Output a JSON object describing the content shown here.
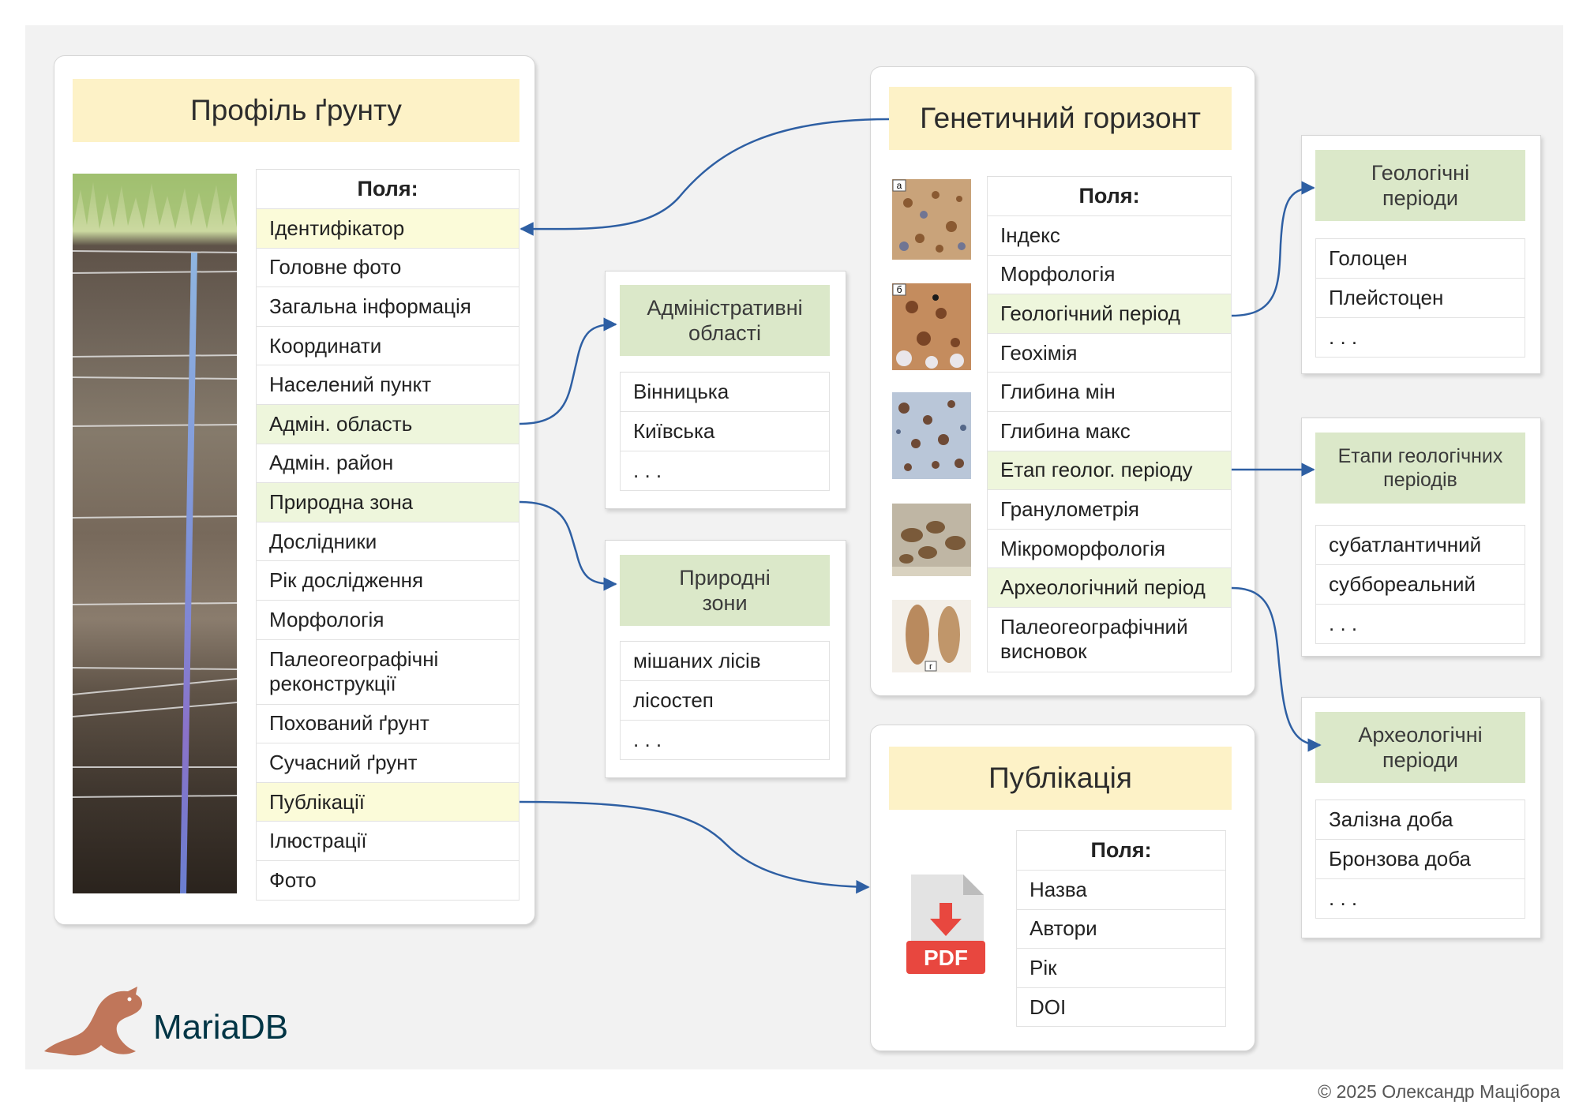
{
  "soil_profile": {
    "title": "Профіль ґрунту",
    "fields_header": "Поля:",
    "fields": [
      "Ідентифікатор",
      "Головне фото",
      "Загальна інформація",
      "Координати",
      "Населений пункт",
      "Адмін. область",
      "Адмін. район",
      "Природна зона",
      "Дослідники",
      "Рік дослідження",
      "Морфологія",
      "Палеогеографічні реконструкції",
      "Похований ґрунт",
      "Сучасний ґрунт",
      "Публікації",
      "Ілюстрації",
      "Фото"
    ]
  },
  "admin_regions": {
    "title": "Адміністративні області",
    "items": [
      "Вінницька",
      "Київська",
      ". . ."
    ]
  },
  "natural_zones": {
    "title": "Природні зони",
    "items": [
      "мішаних лісів",
      "лісостеп",
      ". . ."
    ]
  },
  "genetic_horizon": {
    "title": "Генетичний горизонт",
    "fields_header": "Поля:",
    "fields": [
      "Індекс",
      "Морфологія",
      "Геологічний період",
      "Геохімія",
      "Глибина мін",
      "Глибина макс",
      "Етап геолог. періоду",
      "Гранулометрія",
      "Мікроморфологія",
      "Археологічний період",
      "Палеогеографічний висновок"
    ],
    "image_labels": [
      "а",
      "б",
      "г"
    ]
  },
  "publication": {
    "title": "Публікація",
    "fields_header": "Поля:",
    "fields": [
      "Назва",
      "Автори",
      "Рік",
      "DOI"
    ],
    "pdf_label": "PDF"
  },
  "geological_periods": {
    "title": "Геологічні періоди",
    "items": [
      "Голоцен",
      "Плейстоцен",
      ". . ."
    ]
  },
  "geological_stages": {
    "title": "Етапи геологічних періодів",
    "items": [
      "субатлантичний",
      "суббореальний",
      ". . ."
    ]
  },
  "archaeological_periods": {
    "title": "Археологічні періоди",
    "items": [
      "Залізна доба",
      "Бронзова доба",
      ". . ."
    ]
  },
  "logo": {
    "text": "MariaDB"
  },
  "footer": "© 2025 Олександр Мацібора",
  "colors": {
    "title_yellow": "#fdf2c7",
    "title_green": "#dbe8c9",
    "highlight_yellow": "#fbfbd9",
    "highlight_green": "#eef6dc",
    "arrow_blue": "#2e5fa3",
    "pdf_red": "#e8473f",
    "logo_brown": "#c0765a",
    "logo_text": "#003545"
  }
}
